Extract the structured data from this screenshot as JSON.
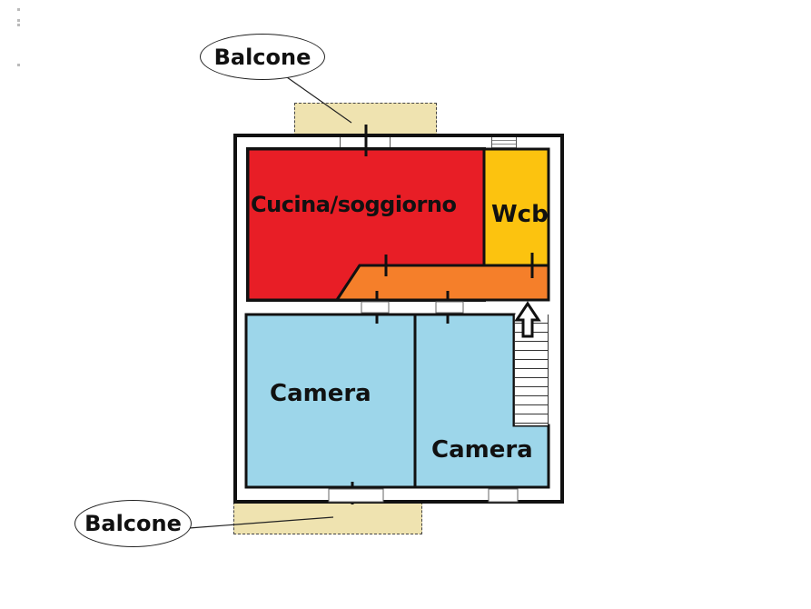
{
  "plan": {
    "colors": {
      "living": "#e81e26",
      "bath": "#fcc30f",
      "hall": "#f57f2a",
      "bedroom": "#9dd6ea",
      "balcony": "#efe3b0",
      "wall": "#111111"
    },
    "rooms": {
      "living": {
        "label": "Cucina/soggiorno"
      },
      "bath": {
        "label": "Wcb"
      },
      "bedroom1": {
        "label": "Camera"
      },
      "bedroom2": {
        "label": "Camera"
      }
    },
    "callouts": {
      "top_balcony": {
        "label": "Balcone"
      },
      "bottom_balcony": {
        "label": "Balcone"
      }
    },
    "stairs": {
      "icon": "arrow-up-icon"
    }
  }
}
